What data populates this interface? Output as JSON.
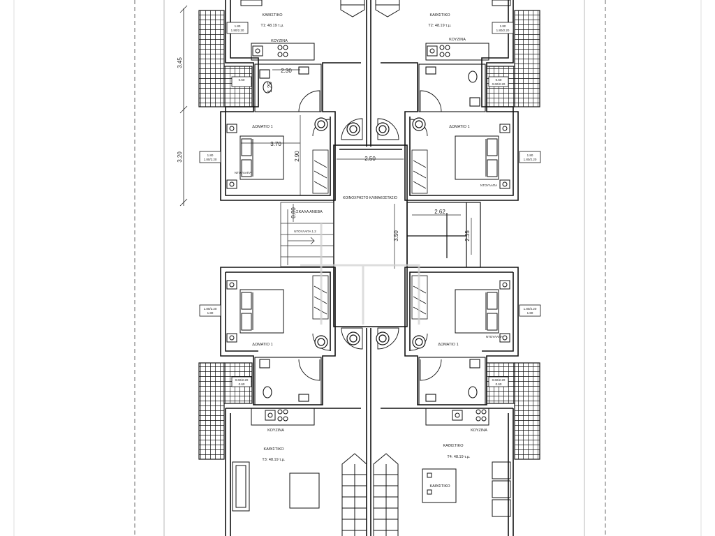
{
  "plan": {
    "units": {
      "u1": {
        "room": "ΚΑΘΙΣΤΙΚΟ",
        "area": "Τ1: 48.19 τ.μ."
      },
      "u2": {
        "room": "ΚΑΘΙΣΤΙΚΟ",
        "area": "Τ2: 48.19 τ.μ."
      },
      "u3": {
        "room": "ΚΑΘΙΣΤΙΚΟ",
        "area": "Τ3: 48.19 τ.μ."
      },
      "u4": {
        "room": "ΚΑΘΙΣΤΙΚΟ",
        "area": "Τ4: 48.19 τ.μ."
      }
    },
    "rooms": {
      "kitchen": "ΚΟΥΖΙΝΑ",
      "bedroom": "ΔΩΜΑΤΙΟ 1",
      "common": "ΚΟΙΝΟΧΡΗΣΤΟ ΚΛΙΜΑΚΟΣΤΑΣΙΟ",
      "stair": "ΣΚΑΛΑ ΑΝΕΒΑ",
      "sofa_label": "ΚΑΘΙΣΤΙΚΟ",
      "closet": "ΝΤΟΥΛΑΠΑ",
      "ntoulapa2": "ΝΤΟΥΛΑΠΑ 1.2"
    },
    "windows": {
      "w1": "1.80\n2.00/2.20",
      "w180": "1.80",
      "w18020": "1.80/2.20",
      "w060": "0.60",
      "w06020": "0.60/2.20"
    },
    "dims": {
      "d345": "3.45",
      "d320": "3.20",
      "d230": "2.30",
      "d370": "3.70",
      "d290": "2.90",
      "d250": "2.50",
      "d080": "0.80",
      "d262": "2.62",
      "d235": "2.35",
      "d350": "3.50",
      "d125": "1.25"
    }
  }
}
